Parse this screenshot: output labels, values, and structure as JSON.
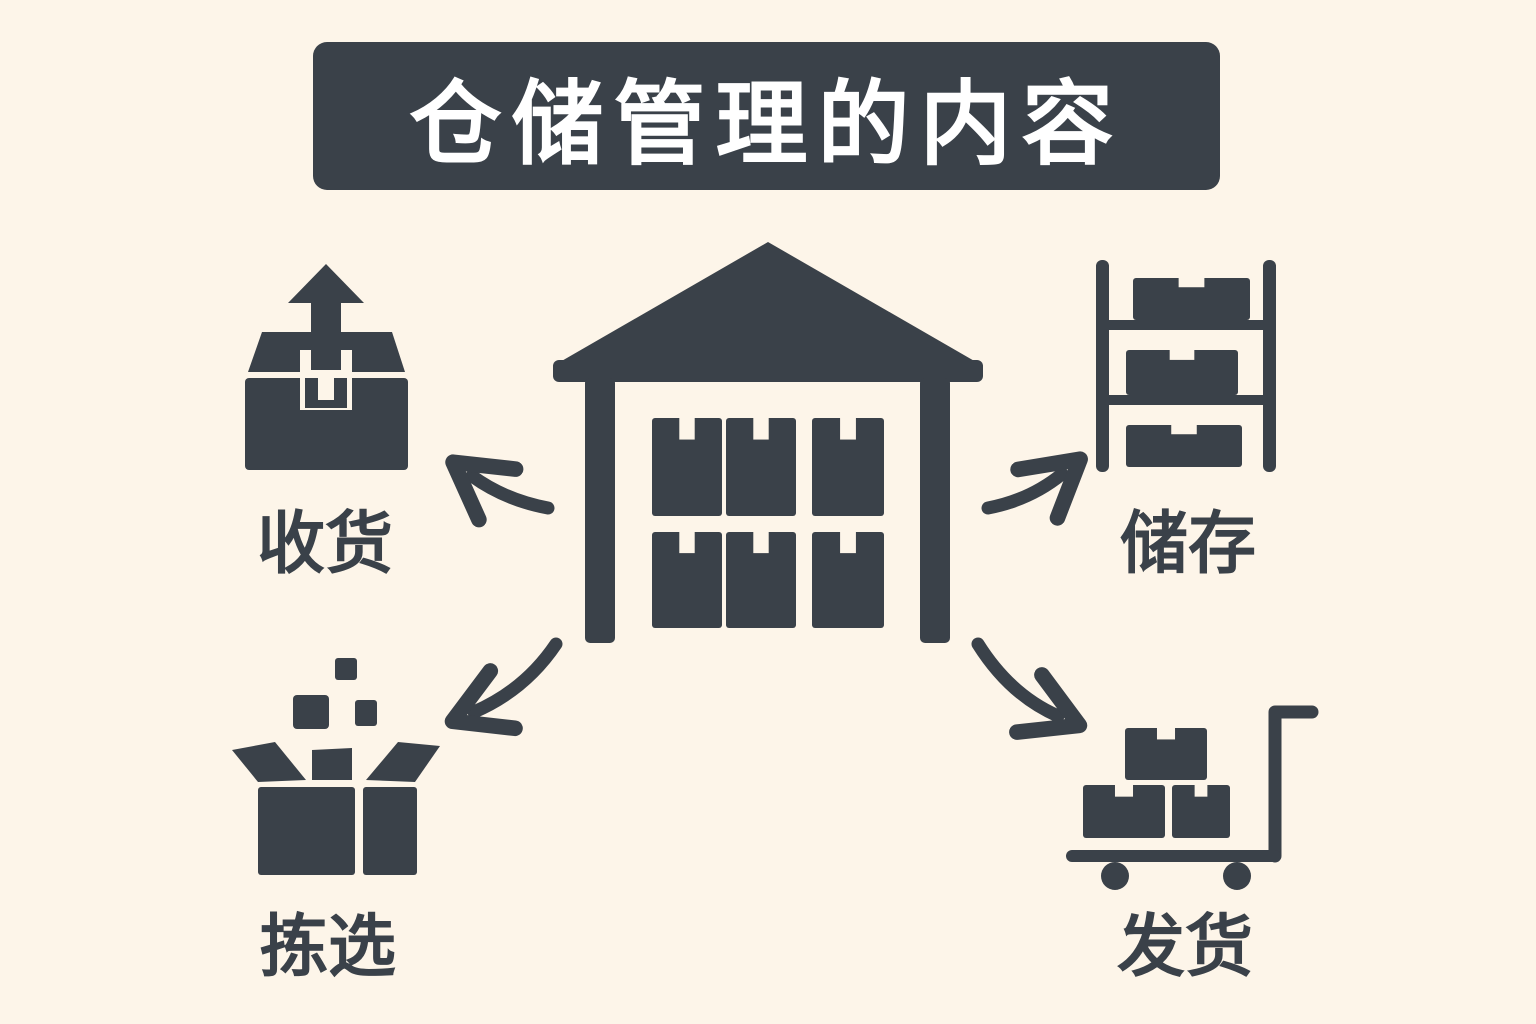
{
  "title": "仓储管理的内容",
  "nodes": {
    "receiving": "收货",
    "storage": "储存",
    "picking": "拣选",
    "shipping": "发货"
  },
  "colors": {
    "background": "#fdf5e9",
    "ink": "#3a4149"
  },
  "icons": [
    "warehouse-icon",
    "inbox-arrow-icon",
    "shelf-icon",
    "open-box-icon",
    "cart-icon"
  ]
}
